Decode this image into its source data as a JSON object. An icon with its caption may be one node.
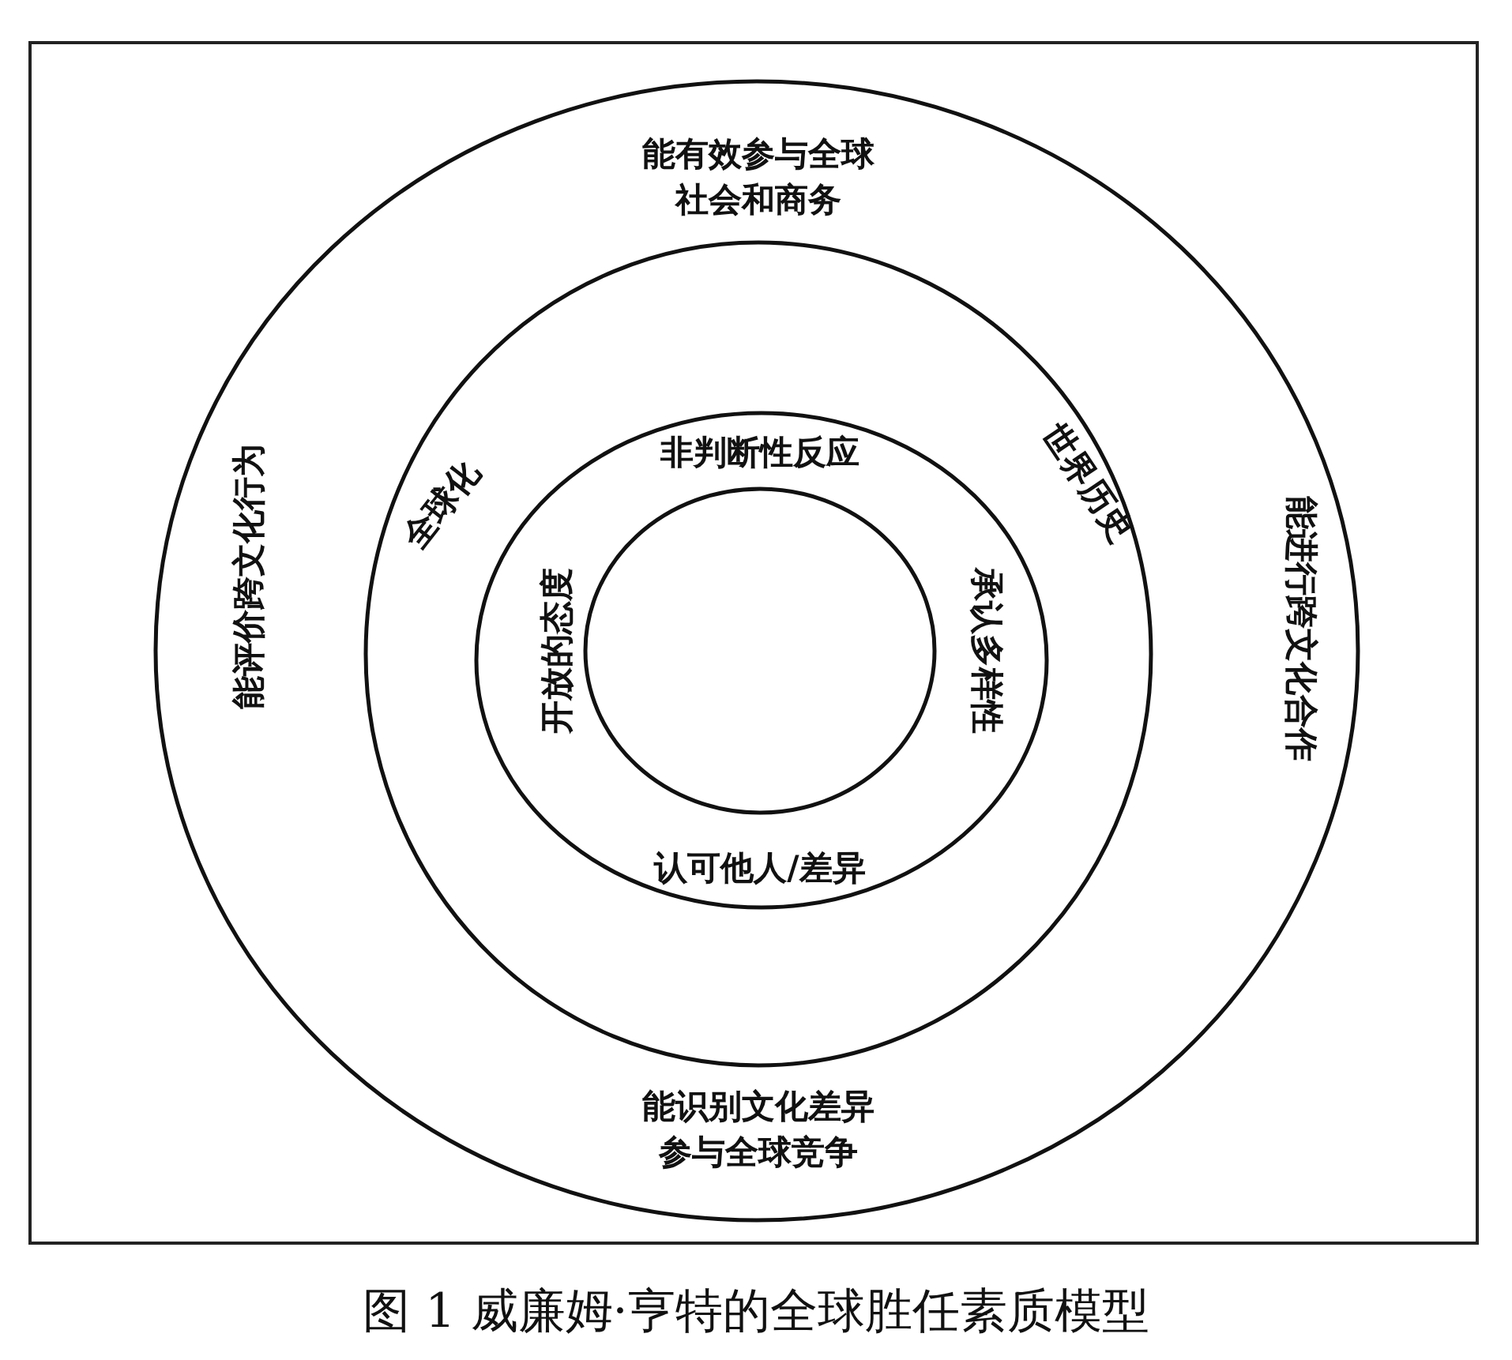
{
  "diagram": {
    "caption": "图 1 威廉姆·亨特的全球胜任素质模型",
    "nodes": [
      {
        "text": [
          "能有效参与全球社会和商务",
          "能评价跨文化行为",
          "能进行跨文化合作",
          "能识别文化差异参与全球竞争"
        ]
      },
      {
        "text": [
          "全球化",
          "世界历史"
        ],
        "in": 0
      },
      {
        "text": [
          "非判断性反应",
          "开放的态度",
          "承认多样性",
          "认可他人/差异"
        ],
        "in": 1
      },
      {
        "text": [],
        "shape": "circle",
        "in": 2
      }
    ]
  }
}
